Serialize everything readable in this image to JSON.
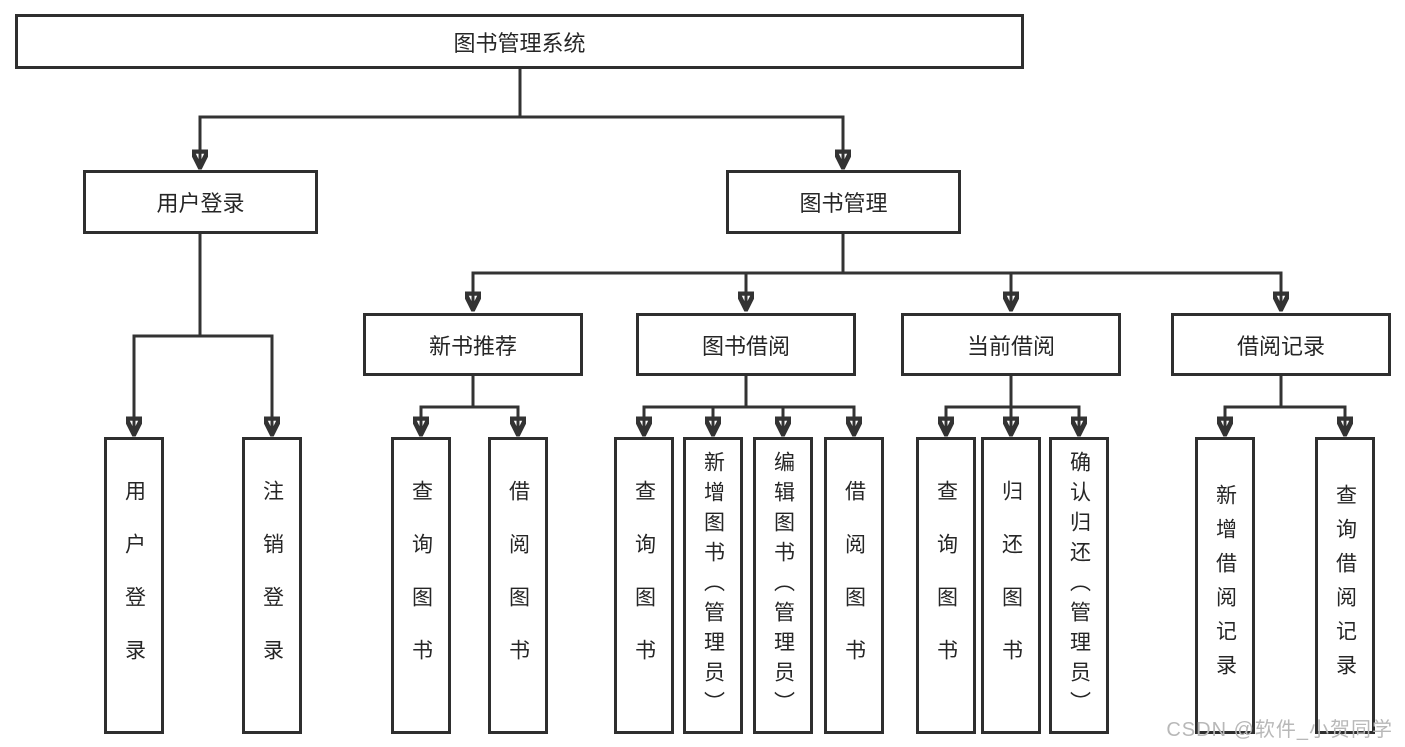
{
  "diagram": {
    "root": {
      "label": "图书管理系统"
    },
    "branches": [
      {
        "label": "用户登录",
        "children": [
          {
            "label": "用户登录"
          },
          {
            "label": "注销登录"
          }
        ]
      },
      {
        "label": "图书管理",
        "children": [
          {
            "label": "新书推荐",
            "children": [
              {
                "label": "查询图书"
              },
              {
                "label": "借阅图书"
              }
            ]
          },
          {
            "label": "图书借阅",
            "children": [
              {
                "label": "查询图书"
              },
              {
                "label": "新增图书（管理员）"
              },
              {
                "label": "编辑图书（管理员）"
              },
              {
                "label": "借阅图书"
              }
            ]
          },
          {
            "label": "当前借阅",
            "children": [
              {
                "label": "查询图书"
              },
              {
                "label": "归还图书"
              },
              {
                "label": "确认归还（管理员）"
              }
            ]
          },
          {
            "label": "借阅记录",
            "children": [
              {
                "label": "新增借阅记录"
              },
              {
                "label": "查询借阅记录"
              }
            ]
          }
        ]
      }
    ]
  },
  "watermark": {
    "text": "CSDN @软件_小贺同学",
    "color": "#b8b8b8"
  },
  "colors": {
    "line": "#333333",
    "box_border": "#2f2f2f",
    "box_fill": "#ffffff",
    "text": "#262626",
    "background": "#ffffff"
  }
}
